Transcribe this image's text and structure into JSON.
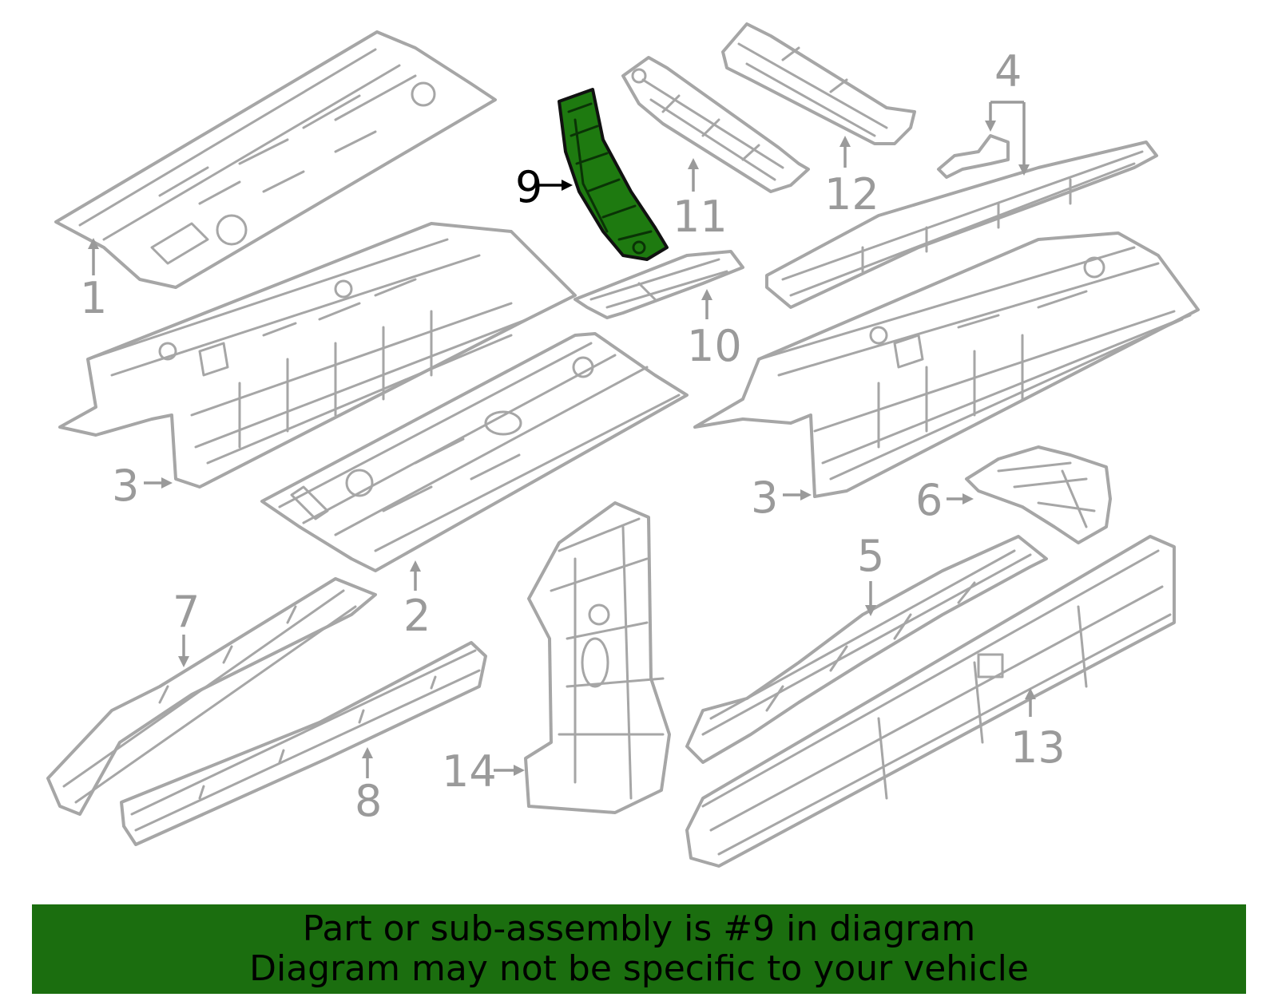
{
  "callouts": {
    "c1": "1",
    "c2": "2",
    "c3a": "3",
    "c3b": "3",
    "c4": "4",
    "c5": "5",
    "c6": "6",
    "c7": "7",
    "c8": "8",
    "c9": "9",
    "c10": "10",
    "c11": "11",
    "c12": "12",
    "c13": "13",
    "c14": "14"
  },
  "highlight": {
    "part_number": "9",
    "color": "#1e7a10"
  },
  "colors": {
    "outline": "#a6a6a6",
    "banner": "#1b6e0f"
  },
  "banner": {
    "line1": "Part or sub-assembly is #9 in diagram",
    "line2": "Diagram may not be specific to your vehicle"
  }
}
